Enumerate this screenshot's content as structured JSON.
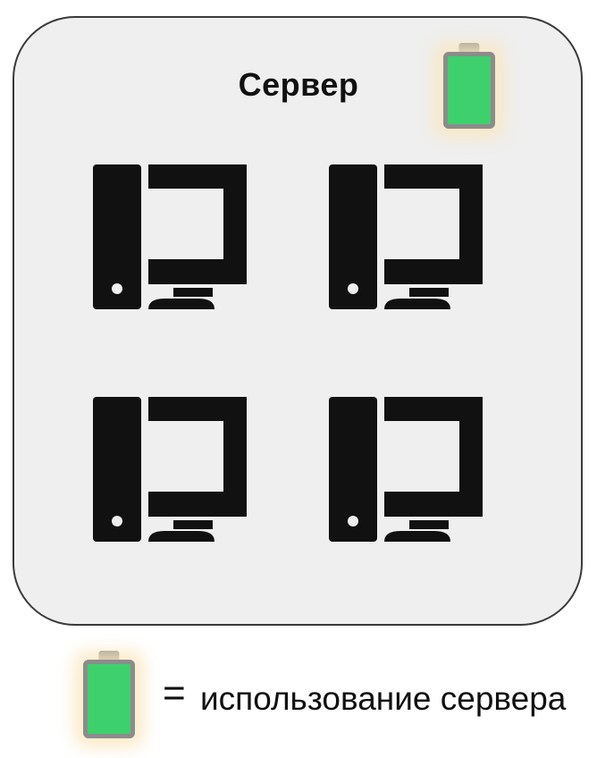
{
  "server": {
    "title": "Сервер",
    "computers": [
      {
        "icon": "desktop-computer-icon"
      },
      {
        "icon": "desktop-computer-icon"
      },
      {
        "icon": "desktop-computer-icon"
      },
      {
        "icon": "desktop-computer-icon"
      }
    ],
    "battery": {
      "icon": "battery-icon",
      "level": 1.0
    }
  },
  "legend": {
    "battery": {
      "icon": "battery-icon",
      "level": 1.0
    },
    "equals": "=",
    "text": "использование сервера"
  },
  "colors": {
    "battery_fill": "#3fd06e",
    "battery_frame": "#8c8c8c",
    "glow": "#fae6be",
    "box_background": "#efefef",
    "box_border": "#3a3a3a",
    "icon": "#111111"
  }
}
